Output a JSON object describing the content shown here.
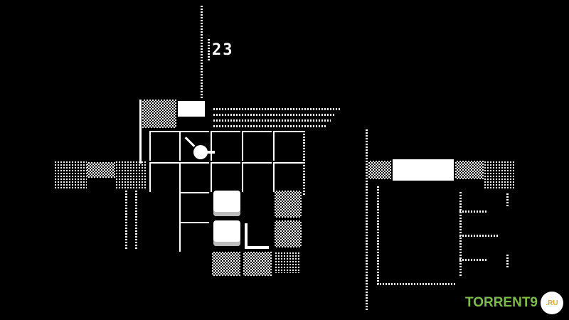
{
  "hud": {
    "timer": "23"
  },
  "watermark": {
    "brand": "TORRENT9",
    "tld": ".RU"
  },
  "colors": {
    "foreground": "#ffffff",
    "background": "#000000",
    "watermark_green": "#7dbb4a",
    "watermark_orange": "#e5a93a"
  }
}
